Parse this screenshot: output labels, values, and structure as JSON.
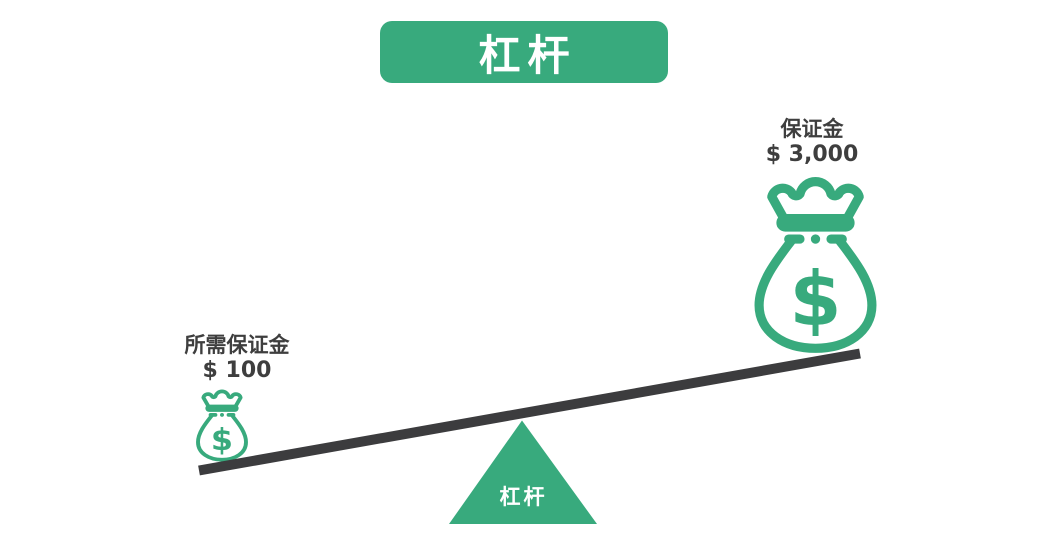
{
  "title": {
    "label": "杠杆"
  },
  "seesaw": {
    "right_weight": {
      "label": "保证金",
      "amount": "$ 3,000",
      "icon": "money-bag-icon"
    },
    "left_weight": {
      "label": "所需保证金",
      "amount": "$ 100",
      "icon": "money-bag-icon"
    },
    "fulcrum": {
      "label": "杠杆"
    },
    "currency_symbol": "$"
  },
  "colors": {
    "accent_green": "#38aa7d",
    "beam_dark": "#3c3c3e",
    "label_text": "#3e3e3e",
    "background": "#ffffff"
  }
}
